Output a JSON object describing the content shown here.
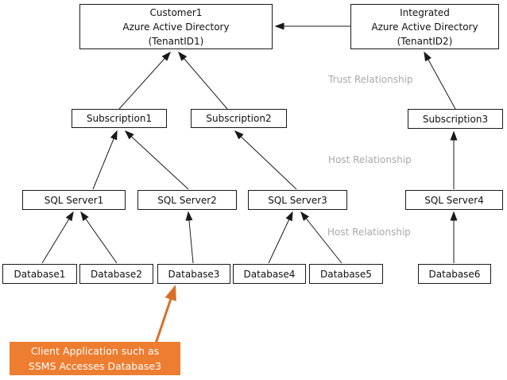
{
  "diagram": {
    "nodes": {
      "customer1_aad": "Customer1\nAzure Active Directory\n(TenantID1)",
      "integrated_aad": "Integrated\nAzure Active Directory\n(TenantID2)",
      "subscription1": "Subscription1",
      "subscription2": "Subscription2",
      "subscription3": "Subscription3",
      "sql_server1": "SQL Server1",
      "sql_server2": "SQL Server2",
      "sql_server3": "SQL Server3",
      "sql_server4": "SQL Server4",
      "database1": "Database1",
      "database2": "Database2",
      "database3": "Database3",
      "database4": "Database4",
      "database5": "Database5",
      "database6": "Database6"
    },
    "labels": {
      "trust_relationship": "Trust Relationship",
      "host_relationship_upper": "Host Relationship",
      "host_relationship_lower": "Host Relationship"
    },
    "callout": {
      "text": "Client Application such as\nSSMS Accesses Database3"
    },
    "colors": {
      "canvas_bg": "#FFFFFF",
      "node_bg": "#FFFFFF",
      "node_border": "#1A1A1A",
      "arrow": "#1A1A1A",
      "relationship_label": "#A9A9A9",
      "callout_bg": "#ED7D31",
      "callout_text": "#FFFFFF",
      "callout_arrow": "#D86F28"
    }
  }
}
